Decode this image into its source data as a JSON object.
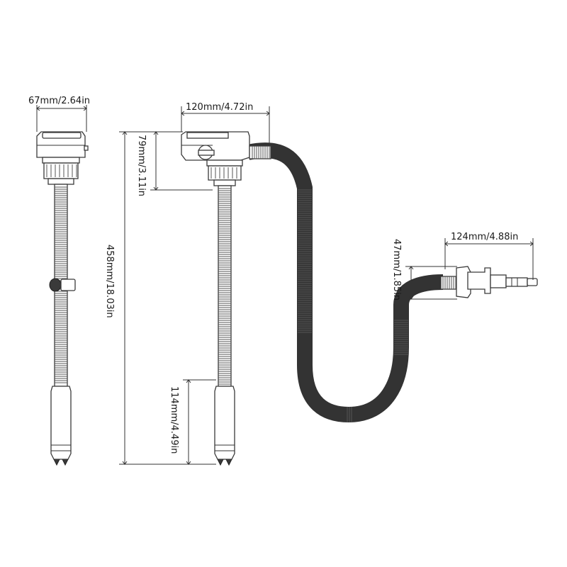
{
  "diagram": {
    "dimensions": {
      "head_width": "67mm/2.64in",
      "head_width_side": "120mm/4.72in",
      "head_height": "79mm/3.11in",
      "total_length": "458mm/18.03in",
      "handle_length": "114mm/4.49in",
      "nozzle_height": "47mm/1.85in",
      "nozzle_length": "124mm/4.88in"
    },
    "colors": {
      "stroke": "#333333",
      "fill": "#ffffff",
      "dark": "#3a3a3a"
    }
  }
}
